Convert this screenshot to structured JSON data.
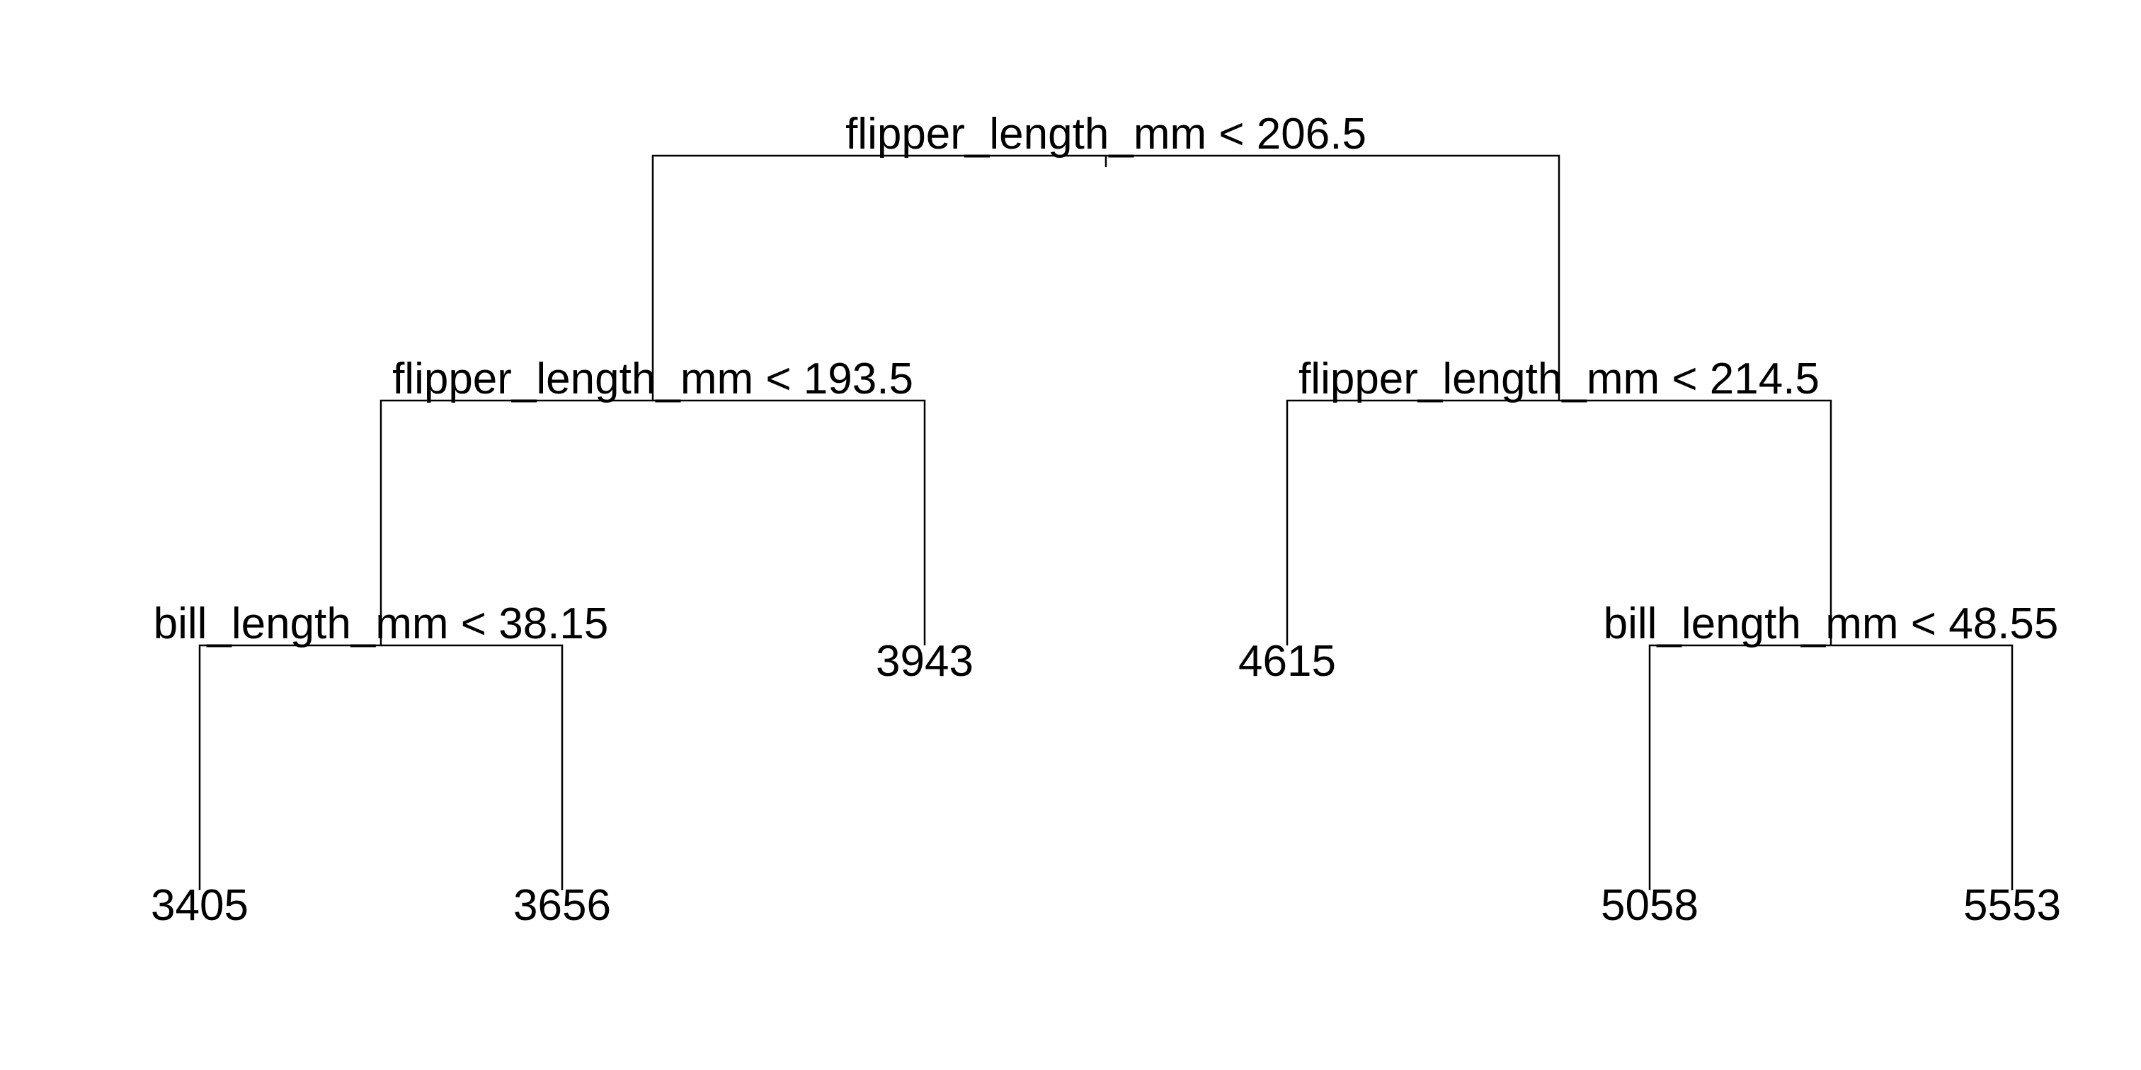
{
  "tree": {
    "line_color": "#000000",
    "background": "#ffffff",
    "root": {
      "split": "flipper_length_mm < 206.5",
      "children": [
        {
          "split": "flipper_length_mm < 193.5",
          "children": [
            {
              "split": "bill_length_mm < 38.15",
              "children": [
                {
                  "leaf": "3405"
                },
                {
                  "leaf": "3656"
                }
              ]
            },
            {
              "leaf": "3943"
            }
          ]
        },
        {
          "split": "flipper_length_mm < 214.5",
          "children": [
            {
              "leaf": "4615"
            },
            {
              "split": "bill_length_mm < 48.55",
              "children": [
                {
                  "leaf": "5058"
                },
                {
                  "leaf": "5553"
                }
              ]
            }
          ]
        }
      ]
    }
  }
}
